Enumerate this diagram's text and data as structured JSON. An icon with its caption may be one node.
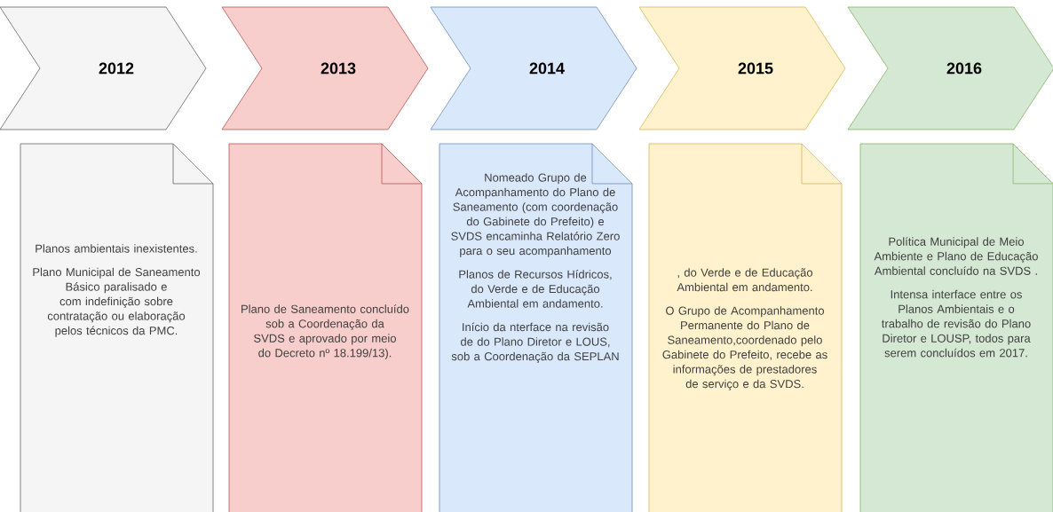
{
  "diagram": {
    "nodes": [
      {
        "text": [
          "2012"
        ]
      },
      {
        "text": [
          "2013"
        ]
      },
      {
        "text": [
          "2014"
        ]
      },
      {
        "text": [
          "2015"
        ]
      },
      {
        "text": [
          "2016"
        ]
      },
      {
        "text": [
          "Planos  ambientais inexistentes.",
          "Plano Municipal de Saneamento Básico paralisado e com indefinição sobre contratação ou elaboração pelos técnicos da PMC."
        ]
      },
      {
        "text": [
          "Plano de Saneamento concluído sob a Coordenação da SVDS e aprovado por meio do Decreto  nº 18.199/13)."
        ]
      },
      {
        "text": [
          "Nomeado Grupo de Acompanhamento do Plano de Saneamento (com coordenação do Gabinete do Prefeito) e SVDS encaminha Relatório Zero para o seu acompanhamento",
          "Planos de Recursos Hídricos, do Verde e de Educação Ambiental em andamento.",
          "Início da nterface na revisão de do Plano Diretor e LOUS, sob a Coordenação da SEPLAN"
        ]
      },
      {
        "text": [
          ", do Verde e de Educação Ambiental em andamento.",
          "O Grupo de Acompanhamento Permanente do Plano de Saneamento,coordenado pelo Gabinete do Prefeito, recebe as informações de prestadores de serviço e da SVDS."
        ]
      },
      {
        "text": [
          "Política Municipal de Meio Ambiente e Plano de Educação Ambiental concluído na SVDS .",
          "Intensa interface entre os Planos Ambientais e o trabalho de revisão do Plano Diretor e LOUSP, todos para serem concluídos em 2017."
        ]
      }
    ]
  }
}
